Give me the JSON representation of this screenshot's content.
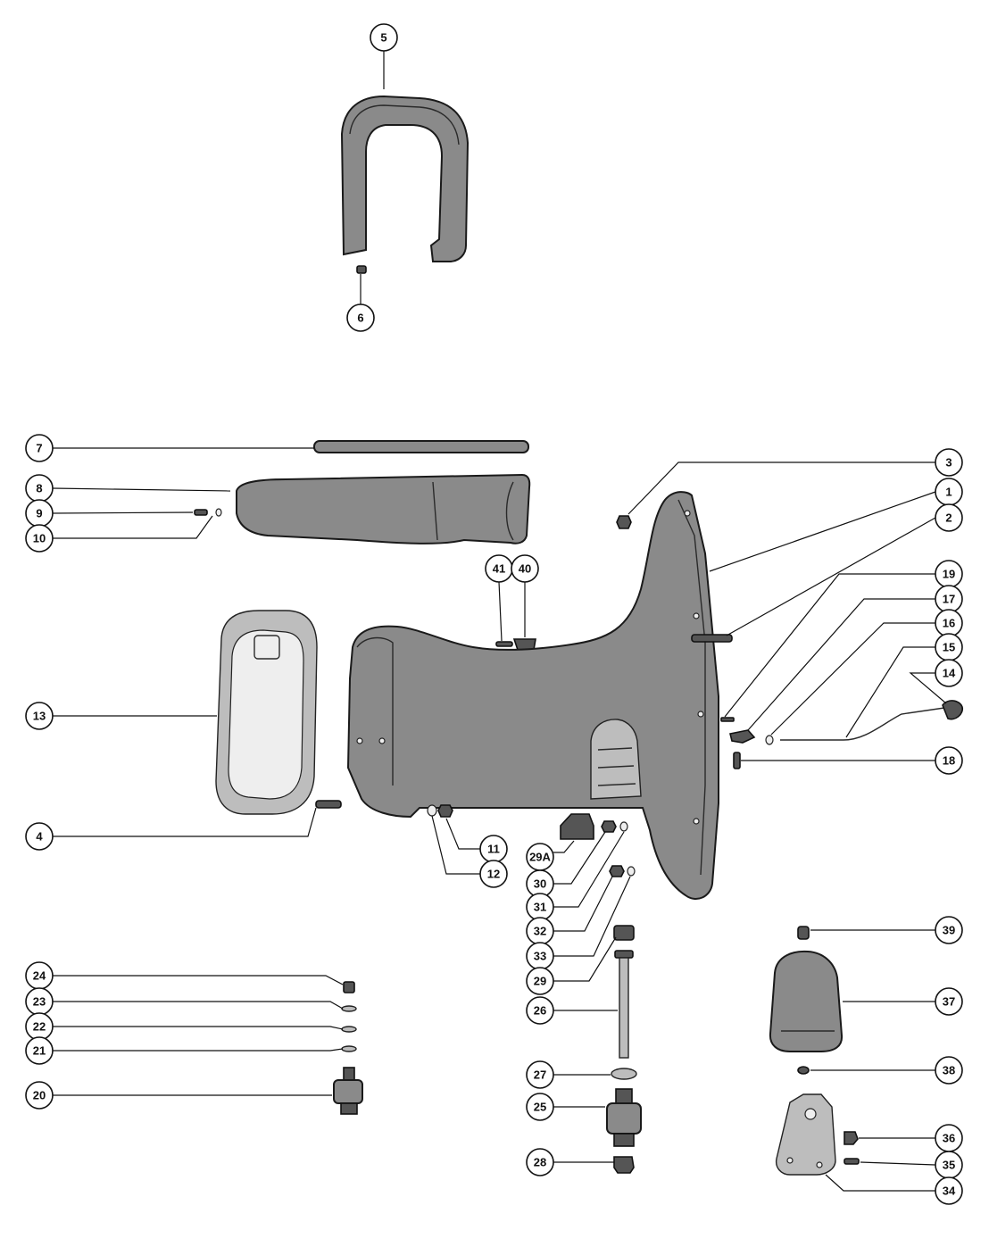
{
  "colors": {
    "ink": "#111111",
    "part_fill": "#8a8a8a",
    "paper": "#ffffff"
  },
  "callouts": [
    {
      "id": "c5",
      "label": "5"
    },
    {
      "id": "c6",
      "label": "6"
    },
    {
      "id": "c7",
      "label": "7"
    },
    {
      "id": "c8",
      "label": "8"
    },
    {
      "id": "c9",
      "label": "9"
    },
    {
      "id": "c10",
      "label": "10"
    },
    {
      "id": "c13",
      "label": "13"
    },
    {
      "id": "c4",
      "label": "4"
    },
    {
      "id": "c41",
      "label": "41"
    },
    {
      "id": "c40",
      "label": "40"
    },
    {
      "id": "c3",
      "label": "3"
    },
    {
      "id": "c1",
      "label": "1"
    },
    {
      "id": "c2",
      "label": "2"
    },
    {
      "id": "c19",
      "label": "19"
    },
    {
      "id": "c17",
      "label": "17"
    },
    {
      "id": "c16",
      "label": "16"
    },
    {
      "id": "c15",
      "label": "15"
    },
    {
      "id": "c14",
      "label": "14"
    },
    {
      "id": "c18",
      "label": "18"
    },
    {
      "id": "c11",
      "label": "11"
    },
    {
      "id": "c12",
      "label": "12"
    },
    {
      "id": "c29a",
      "label": "29A"
    },
    {
      "id": "c30",
      "label": "30"
    },
    {
      "id": "c31",
      "label": "31"
    },
    {
      "id": "c32",
      "label": "32"
    },
    {
      "id": "c33",
      "label": "33"
    },
    {
      "id": "c29",
      "label": "29"
    },
    {
      "id": "c26",
      "label": "26"
    },
    {
      "id": "c27",
      "label": "27"
    },
    {
      "id": "c25",
      "label": "25"
    },
    {
      "id": "c28",
      "label": "28"
    },
    {
      "id": "c24",
      "label": "24"
    },
    {
      "id": "c23",
      "label": "23"
    },
    {
      "id": "c22",
      "label": "22"
    },
    {
      "id": "c21",
      "label": "21"
    },
    {
      "id": "c20",
      "label": "20"
    },
    {
      "id": "c39",
      "label": "39"
    },
    {
      "id": "c37",
      "label": "37"
    },
    {
      "id": "c38",
      "label": "38"
    },
    {
      "id": "c36",
      "label": "36"
    },
    {
      "id": "c35",
      "label": "35"
    },
    {
      "id": "c34",
      "label": "34"
    }
  ]
}
